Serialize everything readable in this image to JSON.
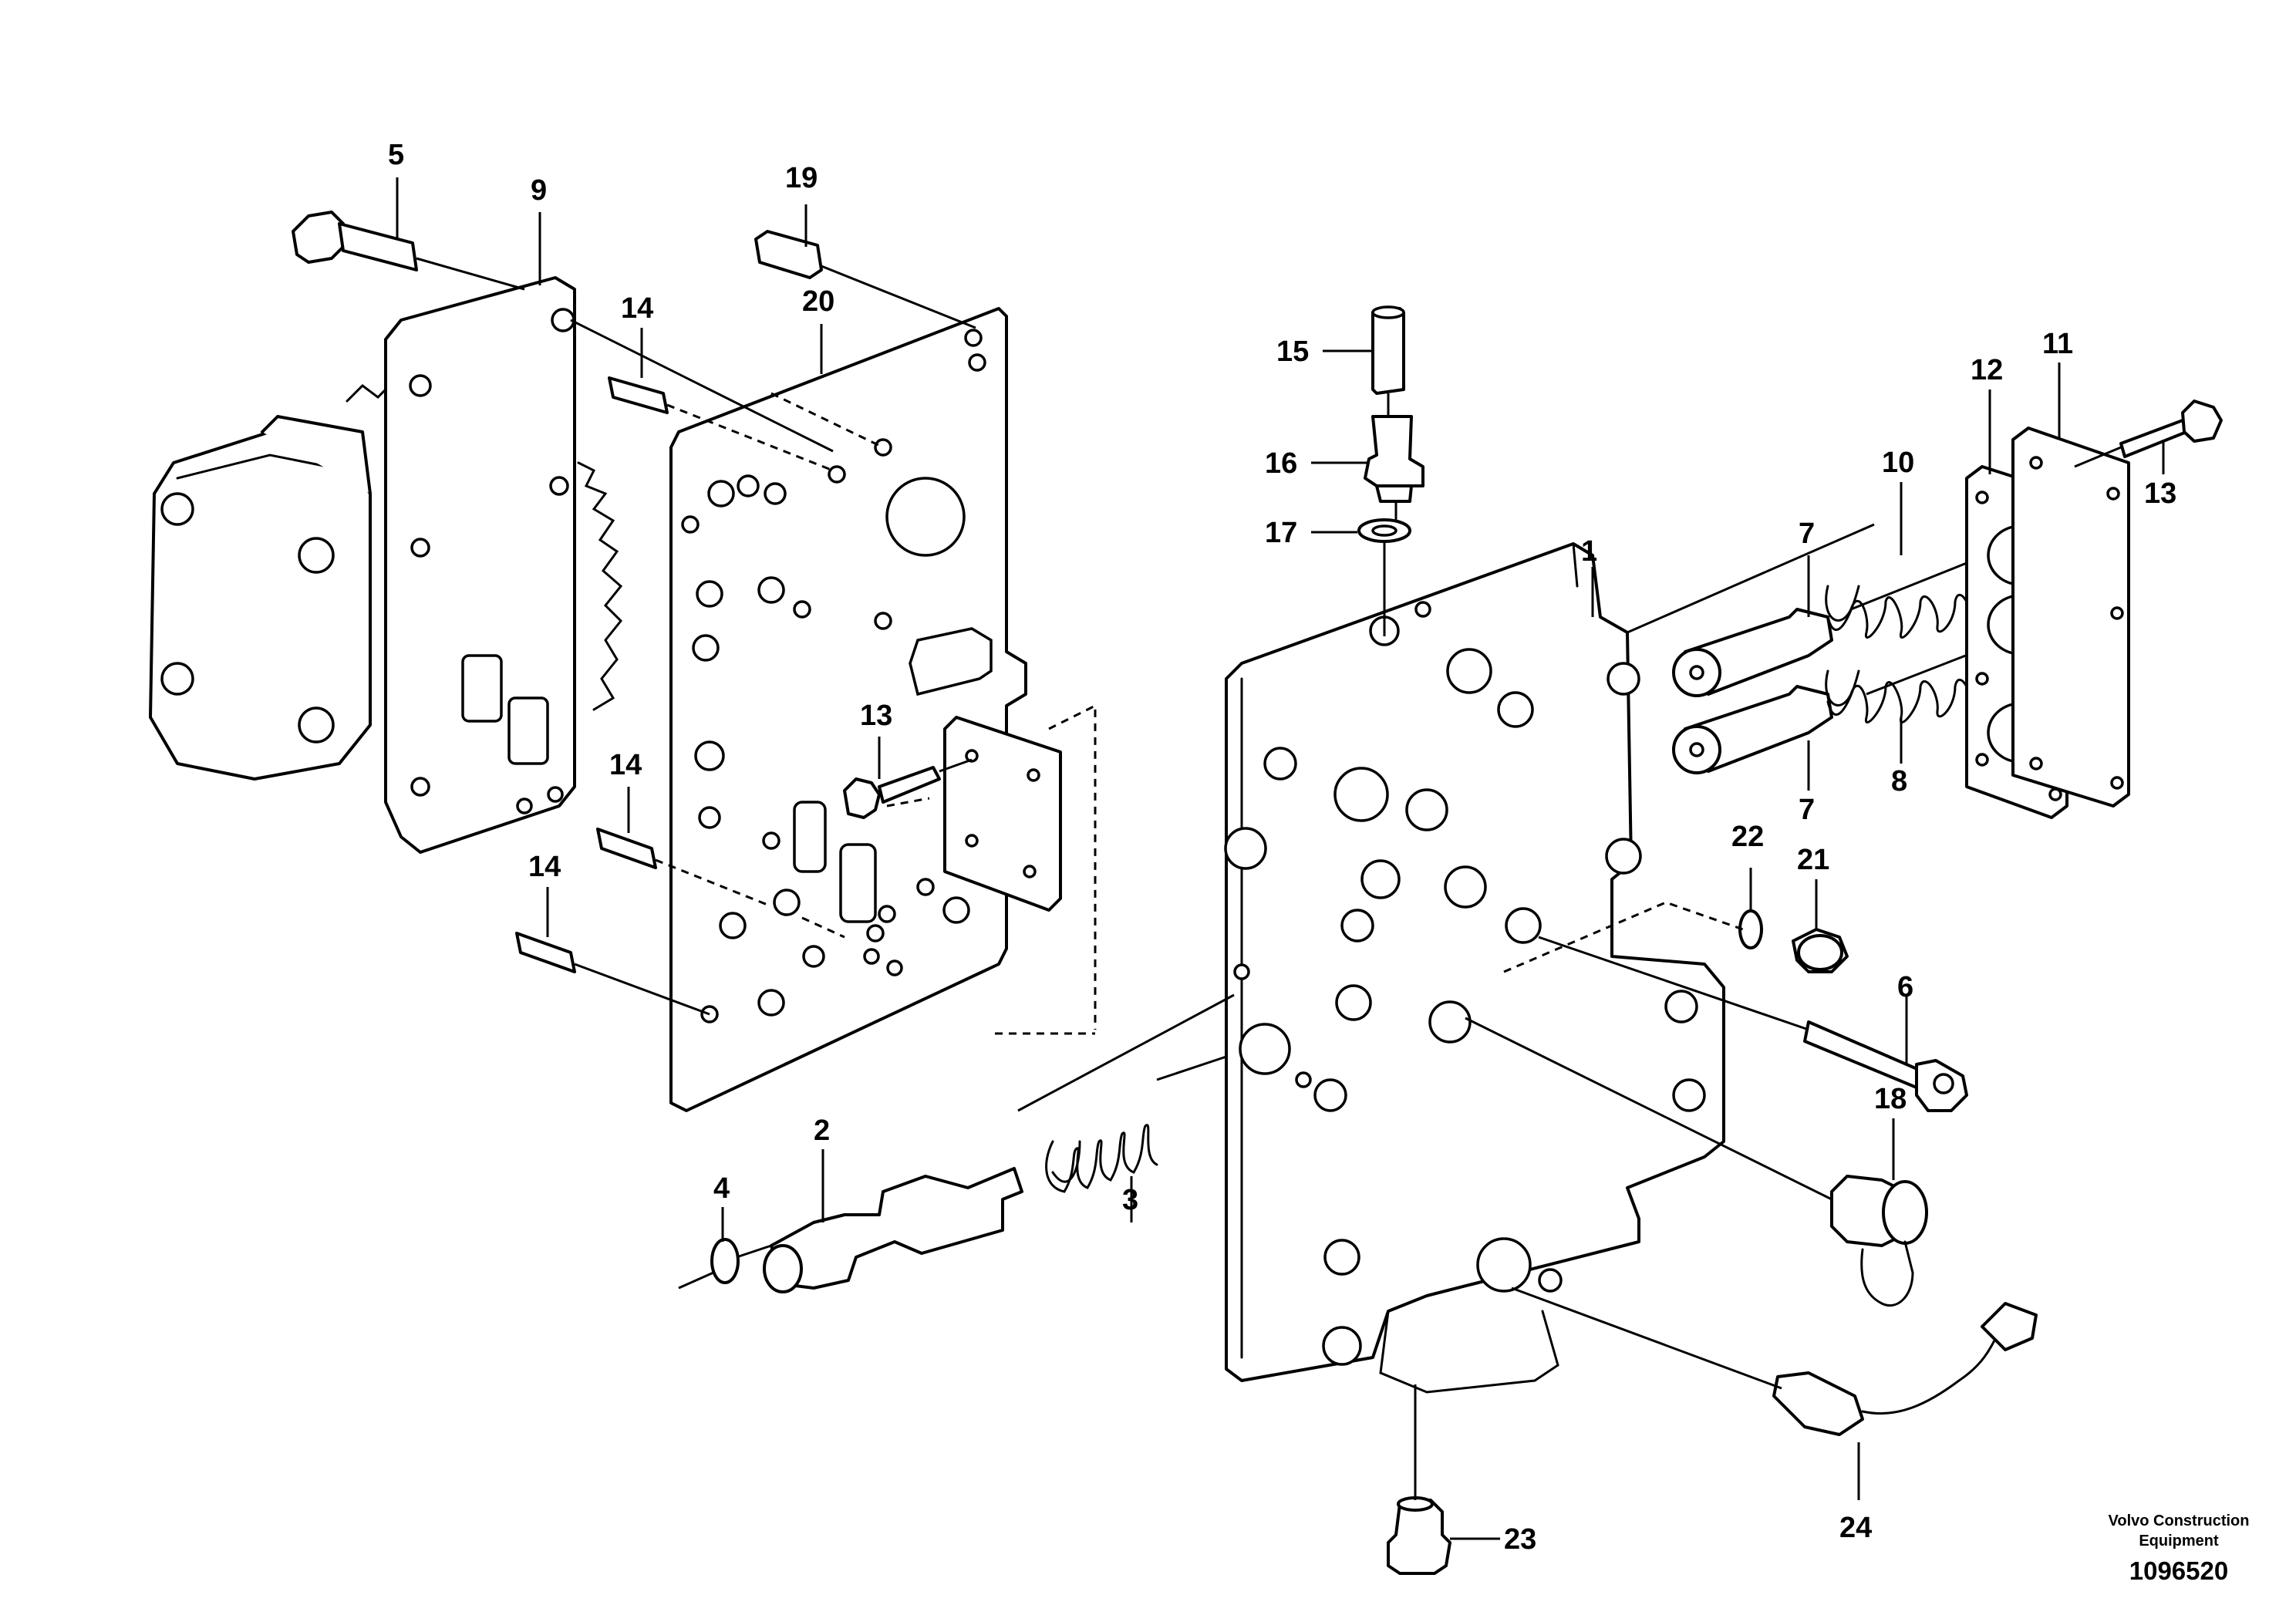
{
  "callouts": {
    "c1": "1",
    "c2": "2",
    "c3": "3",
    "c4": "4",
    "c5": "5",
    "c6": "6",
    "c7a": "7",
    "c7b": "7",
    "c8": "8",
    "c9": "9",
    "c10": "10",
    "c11": "11",
    "c12": "12",
    "c13a": "13",
    "c13b": "13",
    "c14a": "14",
    "c14b": "14",
    "c14c": "14",
    "c15": "15",
    "c16": "16",
    "c17": "17",
    "c18": "18",
    "c19": "19",
    "c20": "20",
    "c21": "21",
    "c22": "22",
    "c23": "23",
    "c24": "24"
  },
  "footer": {
    "brand_line1": "Volvo Construction",
    "brand_line2": "Equipment",
    "doc_number": "1096520"
  }
}
